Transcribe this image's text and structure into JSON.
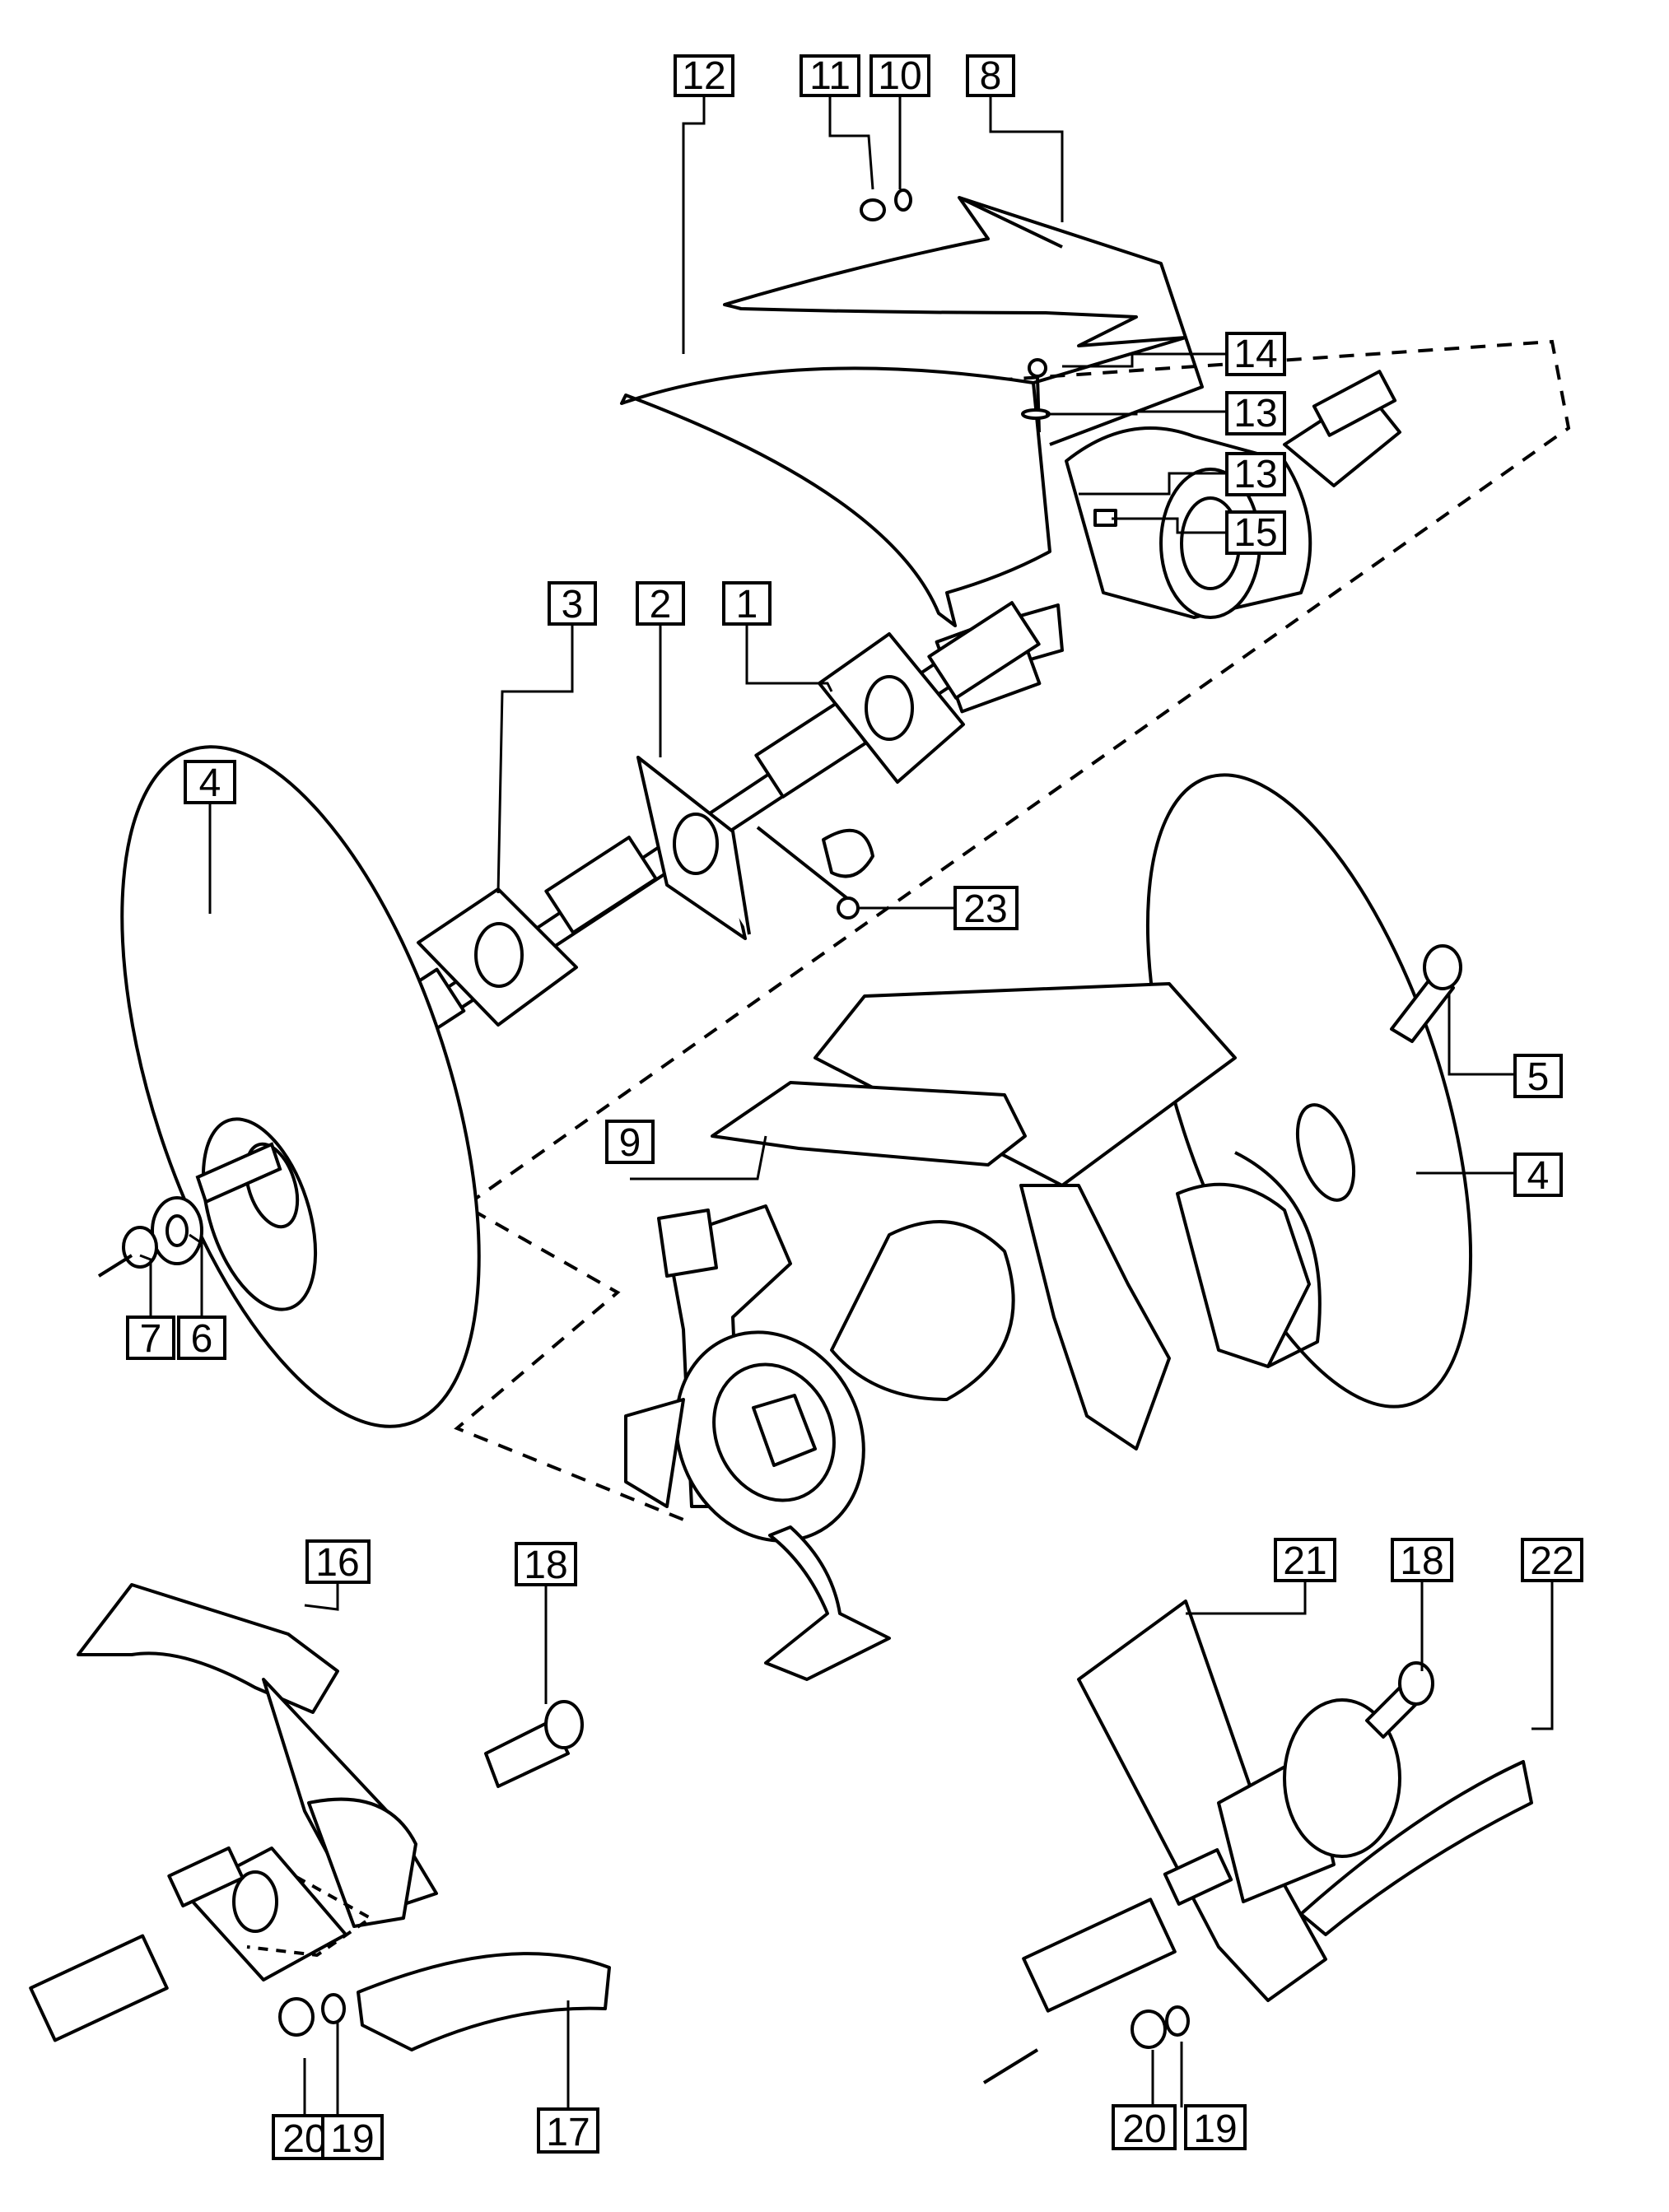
{
  "colors": {
    "ink": "#000000",
    "paper": "#ffffff"
  },
  "callouts": [
    {
      "id": "c12",
      "label": "12"
    },
    {
      "id": "c11",
      "label": "11"
    },
    {
      "id": "c10",
      "label": "10"
    },
    {
      "id": "c8",
      "label": "8"
    },
    {
      "id": "c14",
      "label": "14"
    },
    {
      "id": "c13a",
      "label": "13"
    },
    {
      "id": "c13b",
      "label": "13"
    },
    {
      "id": "c15",
      "label": "15"
    },
    {
      "id": "c3",
      "label": "3"
    },
    {
      "id": "c2",
      "label": "2"
    },
    {
      "id": "c1",
      "label": "1"
    },
    {
      "id": "c4a",
      "label": "4"
    },
    {
      "id": "c23",
      "label": "23"
    },
    {
      "id": "c5",
      "label": "5"
    },
    {
      "id": "c4b",
      "label": "4"
    },
    {
      "id": "c9",
      "label": "9"
    },
    {
      "id": "c7",
      "label": "7"
    },
    {
      "id": "c6",
      "label": "6"
    },
    {
      "id": "c16",
      "label": "16"
    },
    {
      "id": "c18a",
      "label": "18"
    },
    {
      "id": "c21",
      "label": "21"
    },
    {
      "id": "c18b",
      "label": "18"
    },
    {
      "id": "c22",
      "label": "22"
    },
    {
      "id": "c20a",
      "label": "20"
    },
    {
      "id": "c19a",
      "label": "19"
    },
    {
      "id": "c17",
      "label": "17"
    },
    {
      "id": "c20b",
      "label": "20"
    },
    {
      "id": "c19b",
      "label": "19"
    }
  ]
}
